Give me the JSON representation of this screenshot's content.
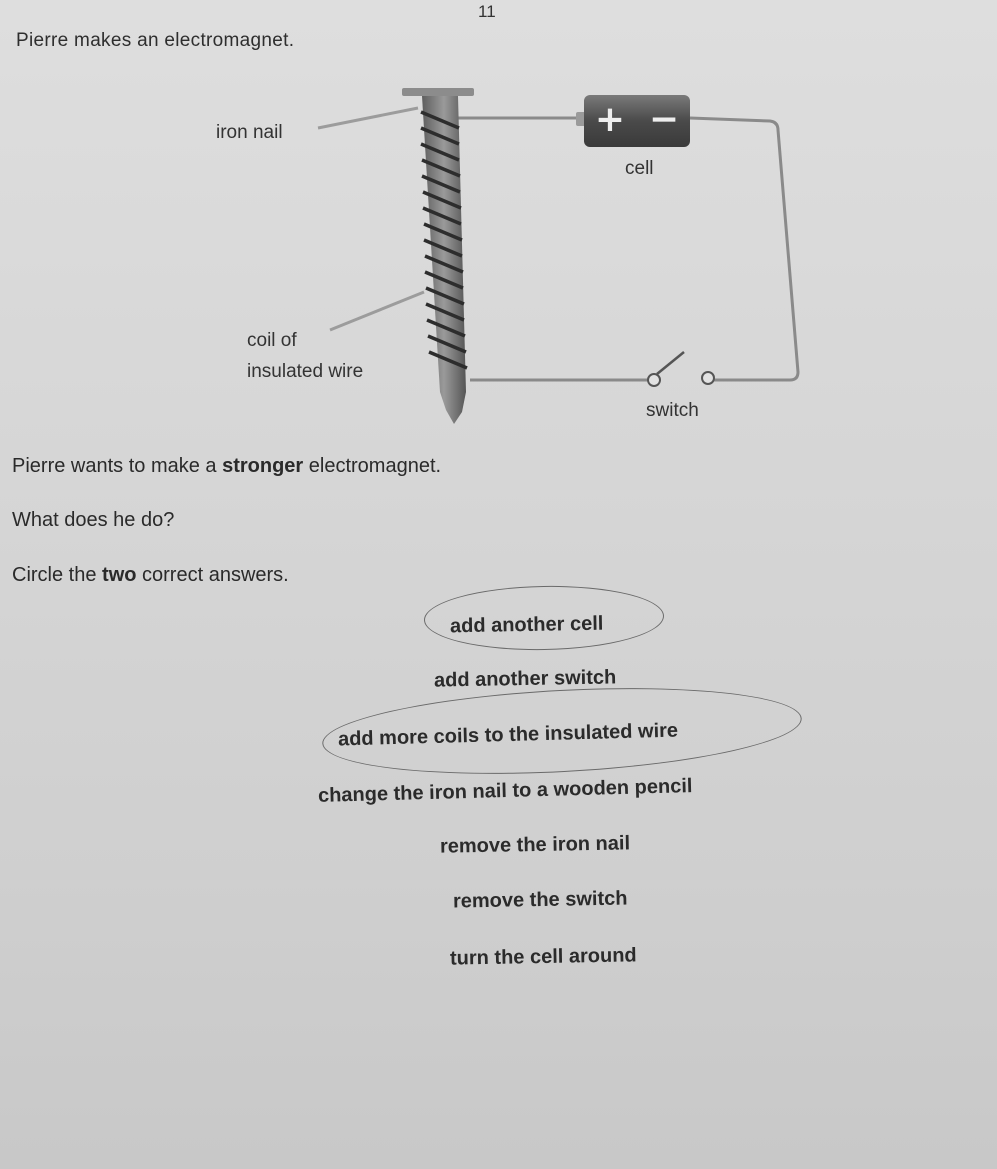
{
  "page_number": "11",
  "intro": "Pierre makes an electromagnet.",
  "diagram": {
    "labels": {
      "iron_nail": "iron nail",
      "cell": "cell",
      "coil_line1": "coil of",
      "coil_line2": "insulated wire",
      "switch": "switch"
    },
    "cell_symbols": {
      "plus": "+",
      "minus": "−"
    }
  },
  "question": {
    "line1_pre": "Pierre wants to make a ",
    "line1_bold": "stronger",
    "line1_post": " electromagnet.",
    "line2": "What does he do?",
    "line3_pre": "Circle the ",
    "line3_bold": "two",
    "line3_post": " correct answers."
  },
  "options": [
    {
      "label": "add another cell",
      "circled": true
    },
    {
      "label": "add another switch",
      "circled": false
    },
    {
      "label": "add more coils to the insulated wire",
      "circled": true
    },
    {
      "label": "change the iron nail to a wooden pencil",
      "circled": false
    },
    {
      "label": "remove the iron nail",
      "circled": false
    },
    {
      "label": "remove the switch",
      "circled": false
    },
    {
      "label": "turn the cell around",
      "circled": false
    }
  ]
}
